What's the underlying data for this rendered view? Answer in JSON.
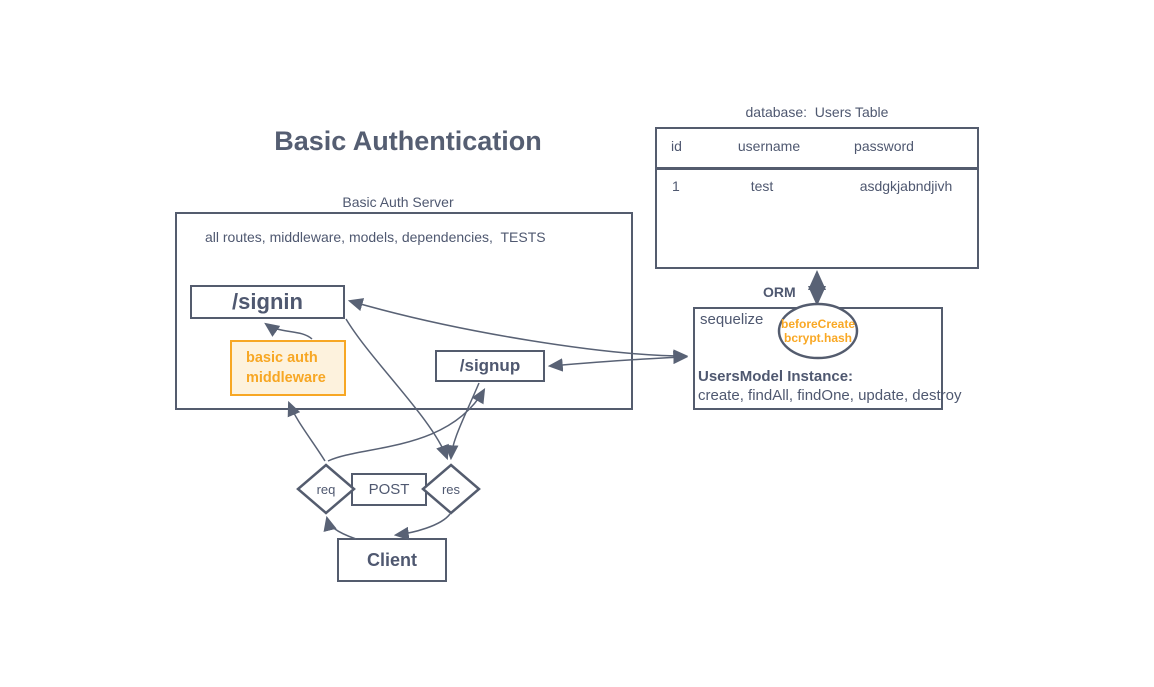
{
  "title": "Basic Authentication",
  "server": {
    "label": "Basic Auth Server",
    "description": "all routes, middleware, models, dependencies,  TESTS",
    "signin_label": "/signin",
    "middleware_line1": "basic auth",
    "middleware_line2": "middleware",
    "signup_label": "/signup"
  },
  "database": {
    "label": "database:  Users Table",
    "columns": [
      "id",
      "username",
      "password"
    ],
    "rows": [
      [
        "1",
        "test",
        "asdgkjabndjivh"
      ]
    ]
  },
  "orm": {
    "label": "ORM",
    "box_label": "sequelize",
    "hook_line1": "beforeCreate",
    "hook_line2": "bcrypt.hash",
    "instance_title": "UsersModel Instance:",
    "instance_methods": "create, findAll, findOne, update, destroy"
  },
  "flow": {
    "req_label": "req",
    "post_label": "POST",
    "res_label": "res",
    "client_label": "Client"
  },
  "colors": {
    "slate": "#545c6e",
    "line": "#596275",
    "orange": "#f7a724",
    "orange_fill": "#fdf2dd"
  }
}
